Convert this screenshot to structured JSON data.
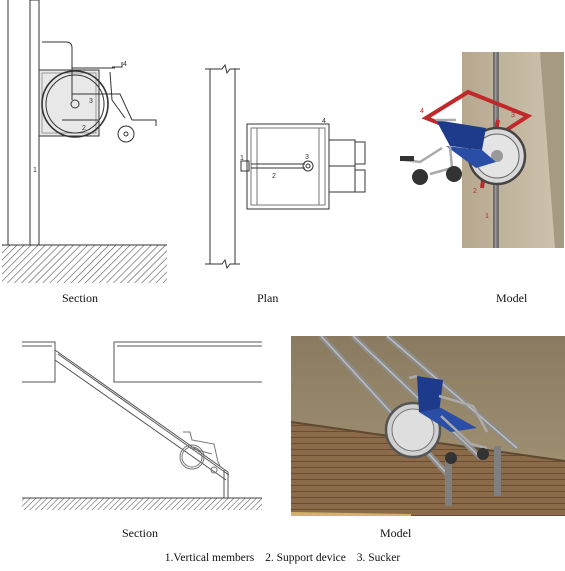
{
  "top_section": {
    "caption": "Section",
    "labels": [
      "1",
      "2",
      "3",
      "4"
    ]
  },
  "top_plan": {
    "caption": "Plan",
    "labels": [
      "1",
      "2",
      "3",
      "4"
    ]
  },
  "top_model": {
    "caption": "Model",
    "labels": [
      "1",
      "2",
      "3",
      "4"
    ]
  },
  "bottom_section": {
    "caption": "Section"
  },
  "bottom_model": {
    "caption": "Model"
  },
  "legend": {
    "item1": "1.Vertical members",
    "item2": "2. Support device",
    "item3": "3. Sucker"
  },
  "colors": {
    "accent_red": "#c0282a",
    "seat_blue": "#1e3a8a",
    "floor_wood": "#8a6a48",
    "wall": "#b8ad9a"
  }
}
